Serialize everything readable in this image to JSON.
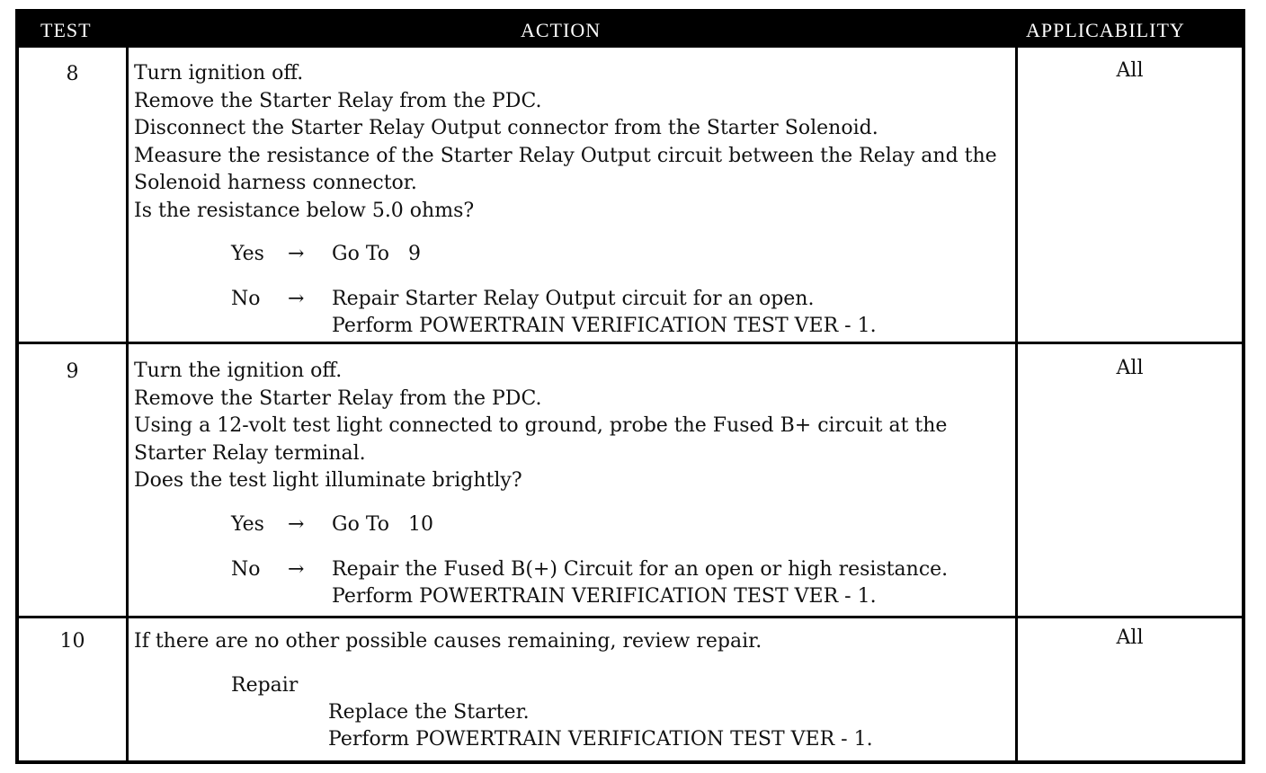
{
  "header": {
    "test": "TEST",
    "action": "ACTION",
    "applicability": "APPLICABILITY"
  },
  "rows": [
    {
      "test": "8",
      "applicability": "All",
      "lines": [
        "Turn ignition off.",
        "Remove the Starter Relay from the PDC.",
        "Disconnect the Starter Relay Output connector from the Starter Solenoid.",
        "Measure the resistance of the Starter Relay Output circuit between the Relay and the",
        "Solenoid harness connector.",
        "Is the resistance below 5.0 ohms?"
      ],
      "yes": {
        "label": "Yes",
        "arrow": "→",
        "text": "Go To   9"
      },
      "no": {
        "label": "No",
        "arrow": "→",
        "text": "Repair Starter Relay Output circuit for an open.",
        "text2": "Perform POWERTRAIN VERIFICATION TEST VER - 1."
      }
    },
    {
      "test": "9",
      "applicability": "All",
      "lines": [
        "Turn the ignition off.",
        "Remove the Starter Relay from the PDC.",
        "Using a 12-volt test light connected to ground, probe the Fused B+ circuit at the",
        "Starter Relay terminal.",
        "Does the test light illuminate brightly?"
      ],
      "yes": {
        "label": "Yes",
        "arrow": "→",
        "text": "Go To   10"
      },
      "no": {
        "label": "No",
        "arrow": "→",
        "text": "Repair the Fused B(+) Circuit for an open or high resistance.",
        "text2": "Perform POWERTRAIN VERIFICATION TEST VER - 1."
      }
    },
    {
      "test": "10",
      "applicability": "All",
      "lines": [
        "If there are no other possible causes remaining, review repair."
      ],
      "repair": {
        "label": "Repair",
        "text": "Replace the Starter.",
        "text2": "Perform POWERTRAIN VERIFICATION TEST VER - 1."
      }
    }
  ]
}
